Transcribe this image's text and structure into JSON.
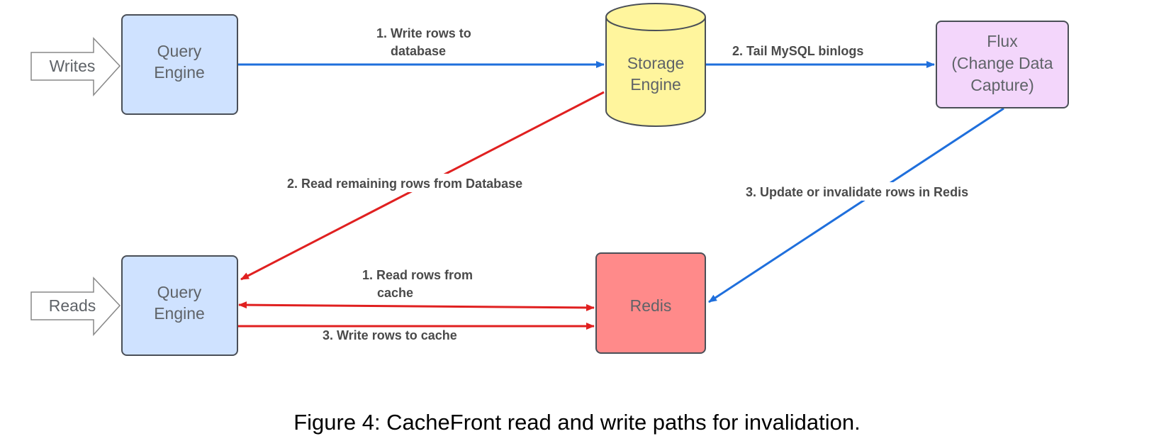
{
  "nodes": {
    "writes_entry": {
      "label": "Writes"
    },
    "reads_entry": {
      "label": "Reads"
    },
    "query_engine_top": {
      "lines": [
        "Query",
        "Engine"
      ]
    },
    "query_engine_bottom": {
      "lines": [
        "Query",
        "Engine"
      ]
    },
    "storage_engine": {
      "lines": [
        "Storage",
        "Engine"
      ]
    },
    "flux": {
      "lines": [
        "Flux",
        "(Change Data",
        "Capture)"
      ]
    },
    "redis": {
      "label": "Redis"
    }
  },
  "edges": {
    "write_rows_db": {
      "lines": [
        "1. Write rows to",
        "database"
      ]
    },
    "tail_binlogs": {
      "label": "2. Tail MySQL binlogs"
    },
    "read_remaining": {
      "label": "2. Read remaining rows from Database"
    },
    "update_invalidate": {
      "label": "3. Update or invalidate rows in Redis"
    },
    "read_cache": {
      "lines": [
        "1. Read rows from",
        "cache"
      ]
    },
    "write_cache": {
      "label": "3. Write rows to cache"
    }
  },
  "caption": "Figure 4: CacheFront read and write paths for invalidation.",
  "colors": {
    "query_engine_fill": "#cfe2ff",
    "storage_fill": "#fff59d",
    "flux_fill": "#f3d6fb",
    "redis_fill": "#ff8a8a",
    "write_path": "#1f6fdc",
    "read_path": "#e02020",
    "node_stroke": "#4a4f57"
  }
}
